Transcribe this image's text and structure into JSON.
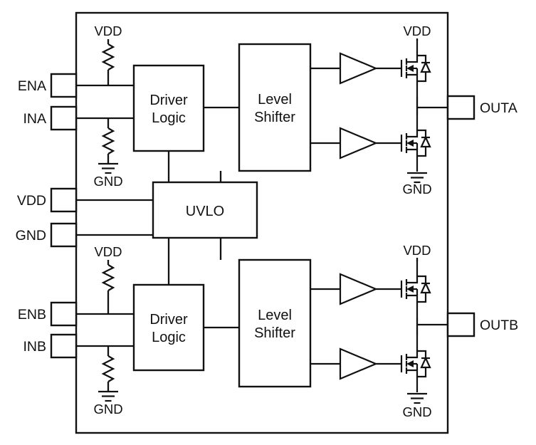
{
  "colors": {
    "line": "#111111",
    "background": "#ffffff"
  },
  "pins": {
    "ena": "ENA",
    "ina": "INA",
    "vdd": "VDD",
    "gnd": "GND",
    "enb": "ENB",
    "inb": "INB",
    "outa": "OUTA",
    "outb": "OUTB"
  },
  "rails": {
    "vdd": "VDD",
    "gnd": "GND"
  },
  "blocks": {
    "driver_logic": {
      "line1": "Driver",
      "line2": "Logic"
    },
    "level_shifter": {
      "line1": "Level",
      "line2": "Shifter"
    },
    "uvlo": "UVLO"
  }
}
